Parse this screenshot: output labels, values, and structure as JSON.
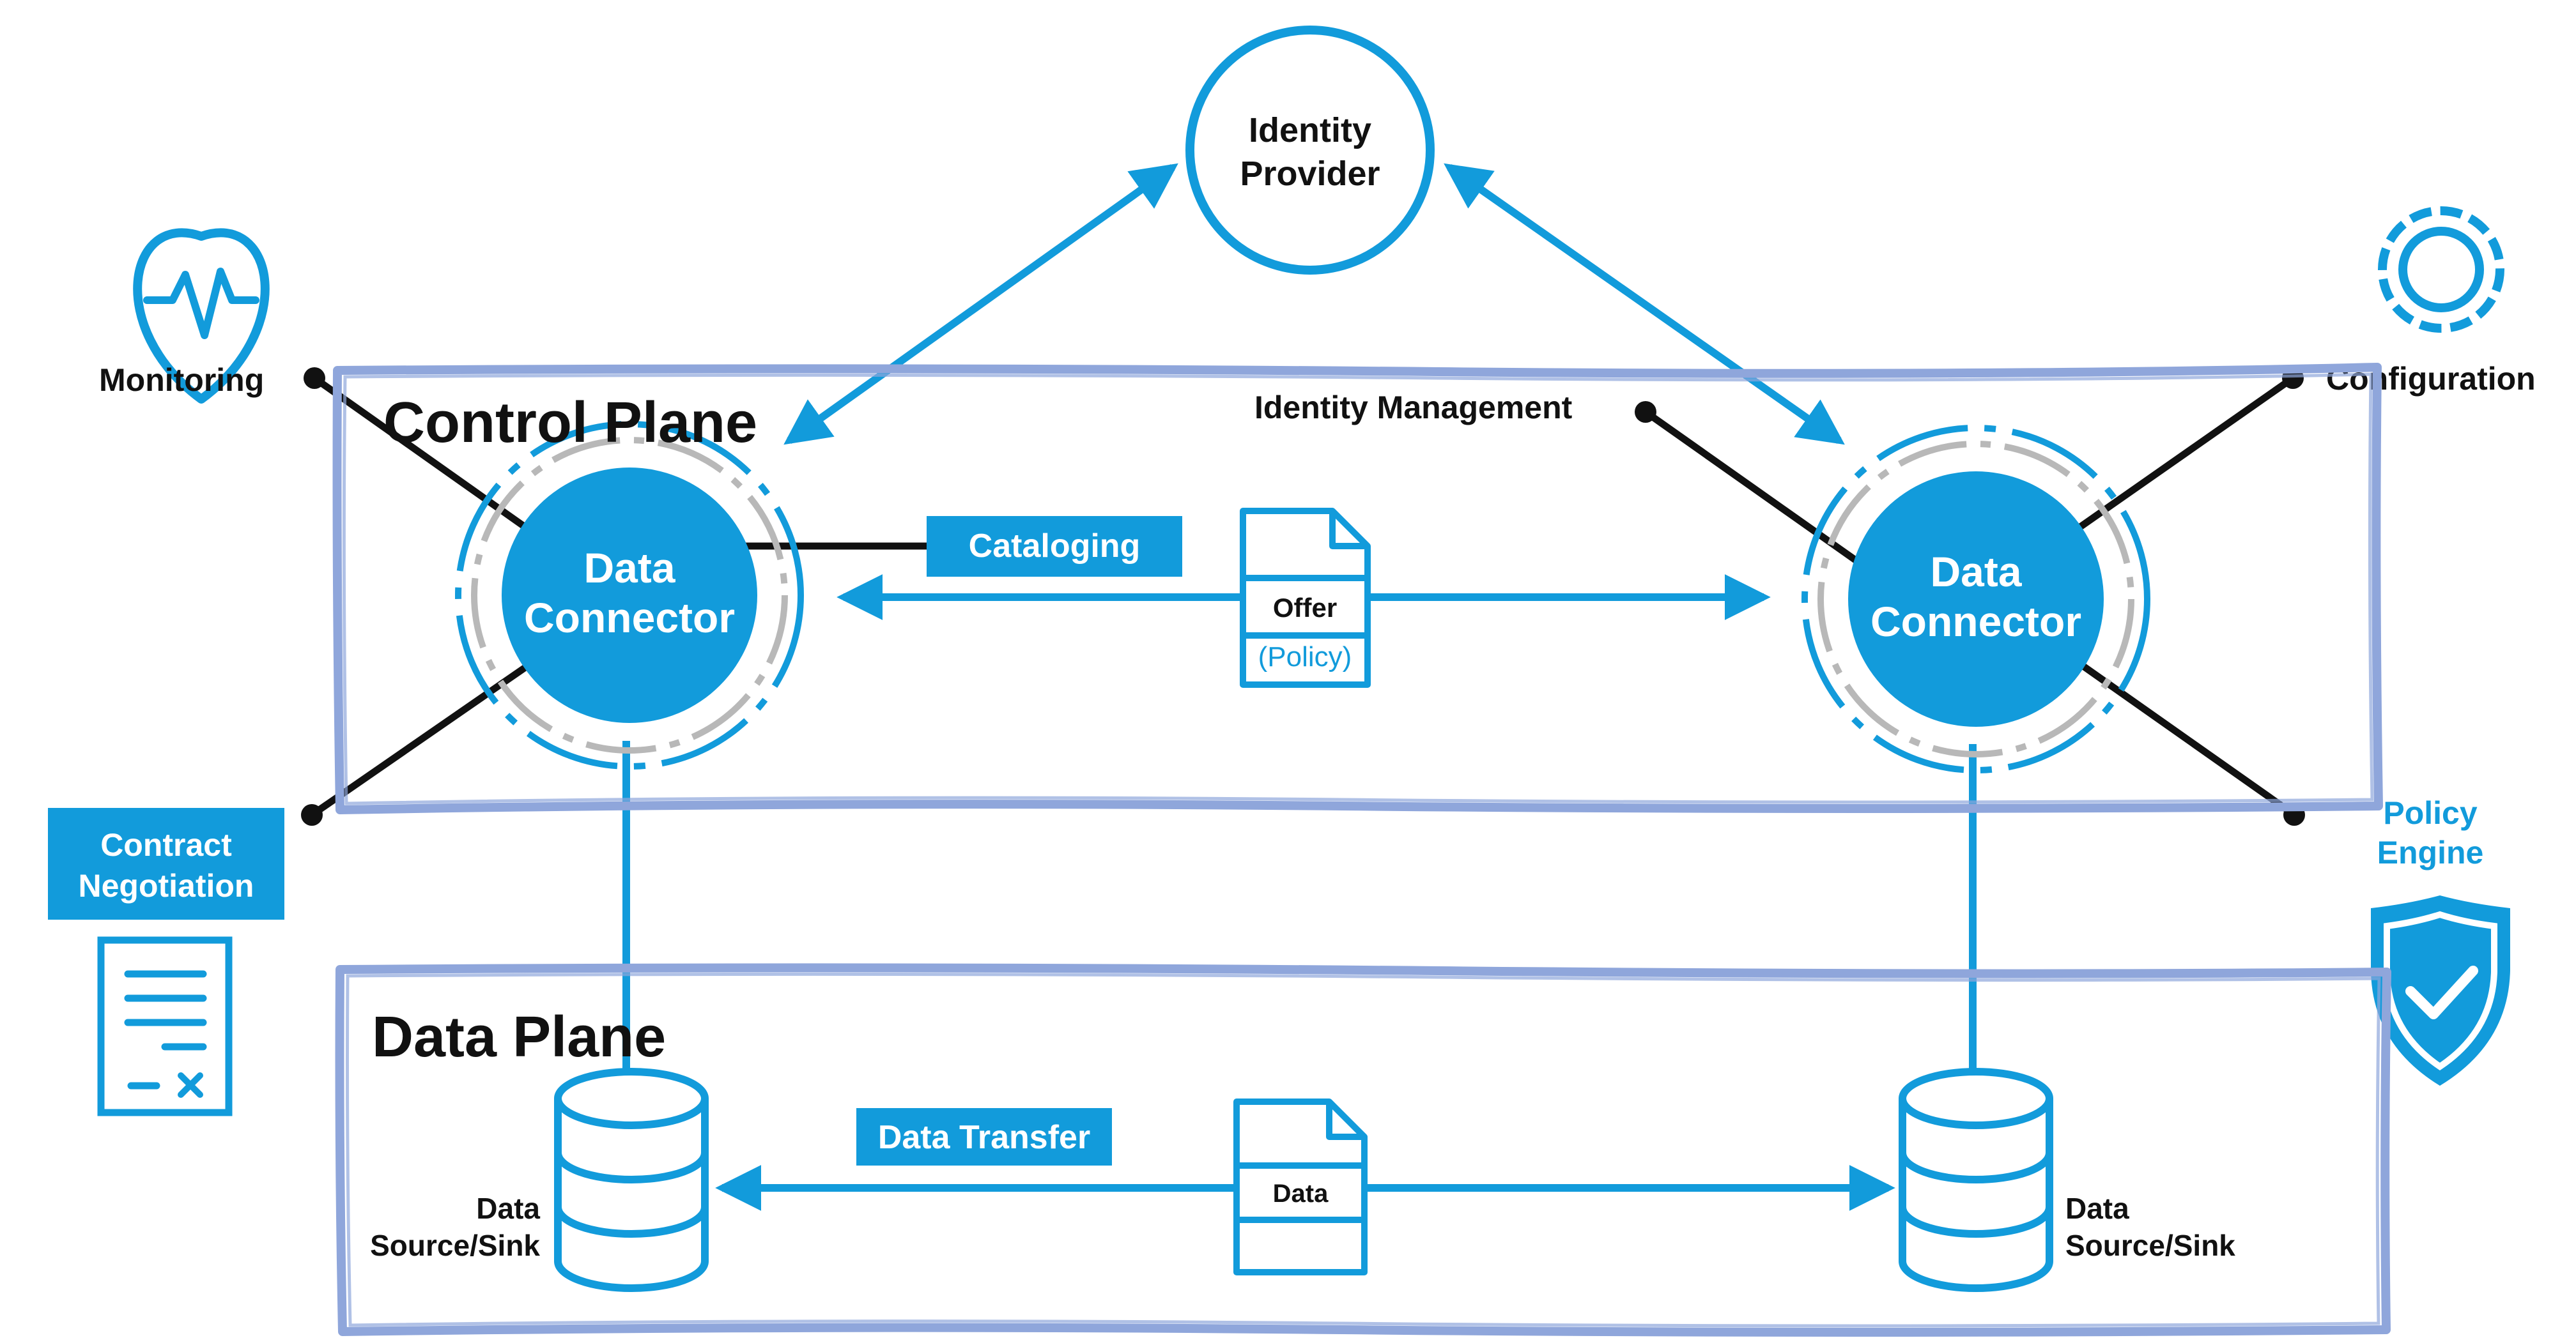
{
  "colors": {
    "blue": "#129BDB",
    "frame": "#8FA6DB",
    "black": "#111111",
    "gray": "#B8B8B8",
    "white": "#FFFFFF"
  },
  "identity_provider": {
    "line1": "Identity",
    "line2": "Provider"
  },
  "planes": {
    "control": "Control Plane",
    "data": "Data Plane"
  },
  "connectors": {
    "left": {
      "line1": "Data",
      "line2": "Connector"
    },
    "right": {
      "line1": "Data",
      "line2": "Connector"
    }
  },
  "labels": {
    "monitoring": "Monitoring",
    "identity_management": "Identity Management",
    "configuration": "Configuration",
    "policy_engine_line1": "Policy",
    "policy_engine_line2": "Engine",
    "contract_line1": "Contract",
    "contract_line2": "Negotiation",
    "cataloging": "Cataloging",
    "data_transfer": "Data Transfer"
  },
  "documents": {
    "offer": {
      "title": "Offer",
      "subtitle": "(Policy)"
    },
    "data": {
      "title": "Data"
    }
  },
  "sources": {
    "left": {
      "line1": "Data",
      "line2": "Source/Sink"
    },
    "right": {
      "line1": "Data",
      "line2": "Source/Sink"
    }
  },
  "icons": [
    "heart-monitor-icon",
    "gear-icon",
    "contract-document-icon",
    "shield-check-icon",
    "database-icon"
  ]
}
